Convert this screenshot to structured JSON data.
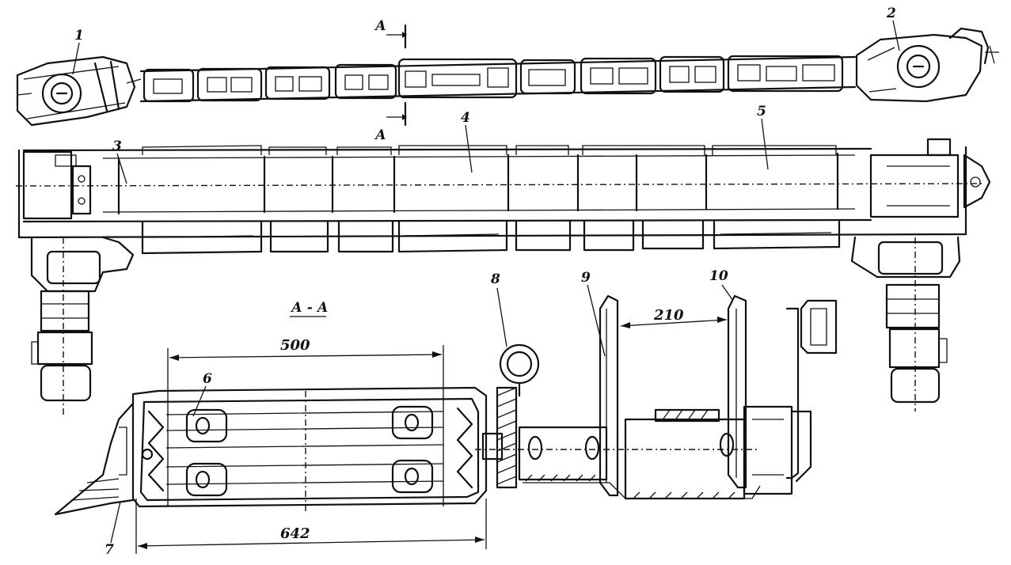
{
  "callouts": {
    "c1": "1",
    "c2": "2",
    "c3": "3",
    "c4": "4",
    "c5": "5",
    "c6": "6",
    "c7": "7",
    "c8": "8",
    "c9": "9",
    "c10": "10"
  },
  "section": {
    "mark_top": "А",
    "mark_bottom": "А",
    "title": "А - А"
  },
  "dimensions": {
    "d500": "500",
    "d642": "642",
    "d210": "210"
  }
}
